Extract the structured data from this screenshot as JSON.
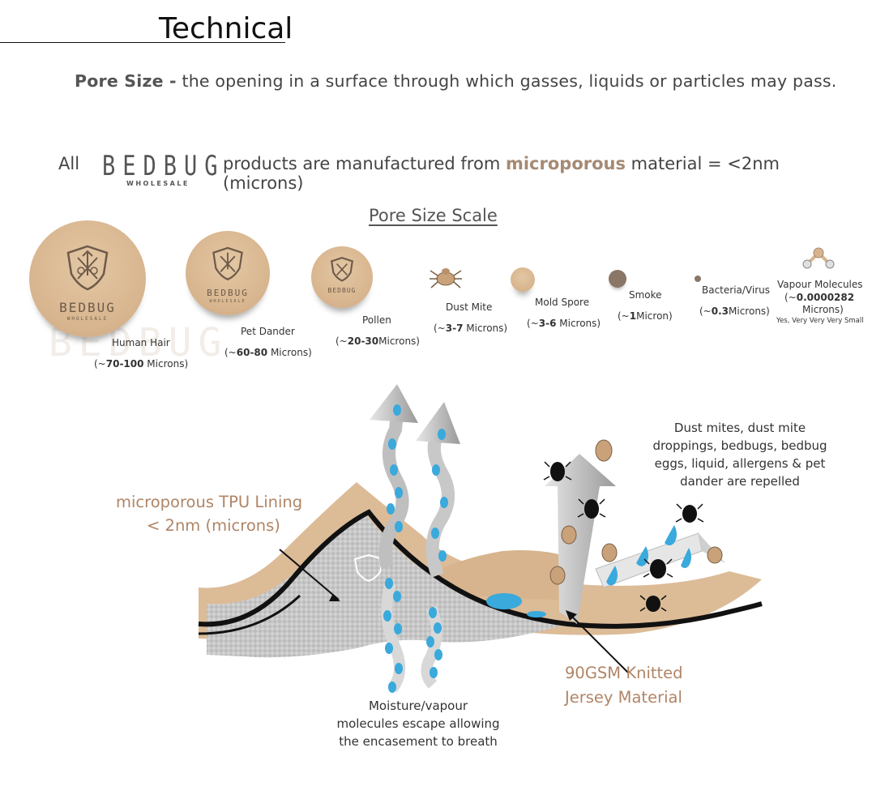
{
  "header": {
    "title": "Technical"
  },
  "definition": {
    "term": "Pore Size -",
    "text": " the opening in a surface through which gasses, liquids or particles may pass."
  },
  "products_line": {
    "prefix": "All",
    "brand_name": "BEDBUG",
    "brand_sub": "WHOLESALE",
    "text_before": "products are manufactured from ",
    "accent": "microporous",
    "text_after": " material = <2nm (microns)"
  },
  "scale": {
    "title": "Pore Size Scale",
    "items": [
      {
        "name": "Human Hair",
        "range_prefix": "(~",
        "range_value": "70-100",
        "range_suffix": " Microns)"
      },
      {
        "name": "Pet Dander",
        "range_prefix": "(~",
        "range_value": "60-80",
        "range_suffix": " Microns)"
      },
      {
        "name": "Pollen",
        "range_prefix": "(~",
        "range_value": "20-30",
        "range_suffix": "Microns)"
      },
      {
        "name": "Dust Mite",
        "range_prefix": "(~",
        "range_value": "3-7",
        "range_suffix": " Microns)"
      },
      {
        "name": "Mold Spore",
        "range_prefix": "(~",
        "range_value": "3-6",
        "range_suffix": " Microns)"
      },
      {
        "name": "Smoke",
        "range_prefix": "(~",
        "range_value": "1",
        "range_suffix": "Micron)"
      },
      {
        "name": "Bacteria/Virus",
        "range_prefix": "(~",
        "range_value": "0.3",
        "range_suffix": "Microns)"
      },
      {
        "name": "Vapour Molecules",
        "range_prefix": "(~",
        "range_value": "0.0000282",
        "range_suffix": "Microns)",
        "note": "Yes, Very Very Very Small"
      }
    ],
    "circle_brand": "BEDBUG",
    "circle_brand_sub": "WHOLESALE"
  },
  "diagram": {
    "tpu_label_line1": "microporous  TPU Lining",
    "tpu_label_line2": "< 2nm (microns)",
    "jersey_label_line1": "90GSM Knitted",
    "jersey_label_line2": "Jersey Material",
    "repel_line1": "Dust mites, dust mite",
    "repel_line2": "droppings, bedbugs, bedbug",
    "repel_line3": "eggs, liquid, allergens & pet",
    "repel_line4": "dander are repelled",
    "vapour_line1": "Moisture/vapour",
    "vapour_line2": "molecules escape allowing",
    "vapour_line3": "the encasement to breath"
  },
  "colors": {
    "accent_tan": "#b08566",
    "circle_tan": "#d7b48d",
    "water_blue": "#3aa9dc",
    "arrow_grey": "#b3b3b3"
  }
}
